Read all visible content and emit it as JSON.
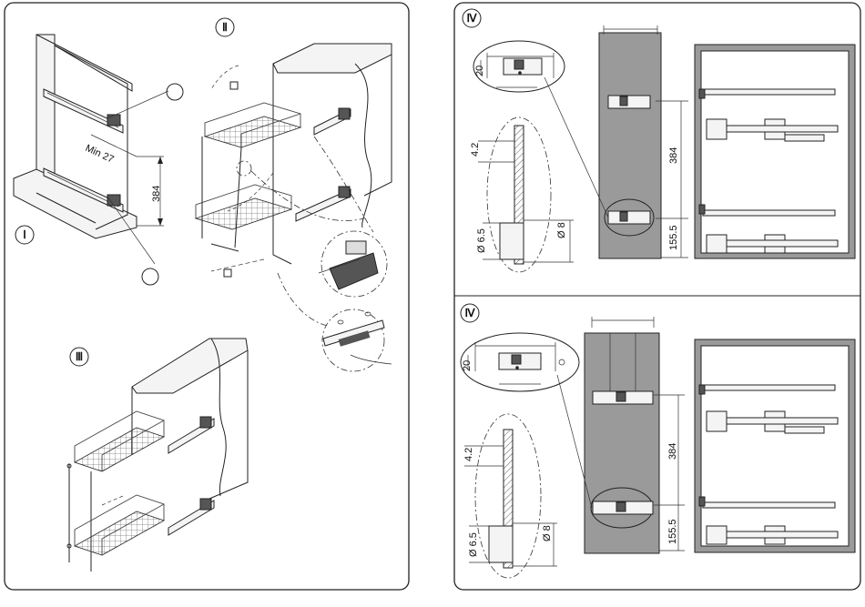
{
  "steps": {
    "step1": "Ⅰ",
    "step2": "Ⅱ",
    "step3": "Ⅲ",
    "step4a": "Ⅳ",
    "step4b": "Ⅳ"
  },
  "dimensions": {
    "min_gap": "Min 27",
    "rail_spacing": "384",
    "top_width": "20",
    "hole_offset": "4.2",
    "pin_dia_small": "Ø 6.5",
    "pin_dia_large": "Ø 8",
    "bottom_offset": "155.5"
  }
}
